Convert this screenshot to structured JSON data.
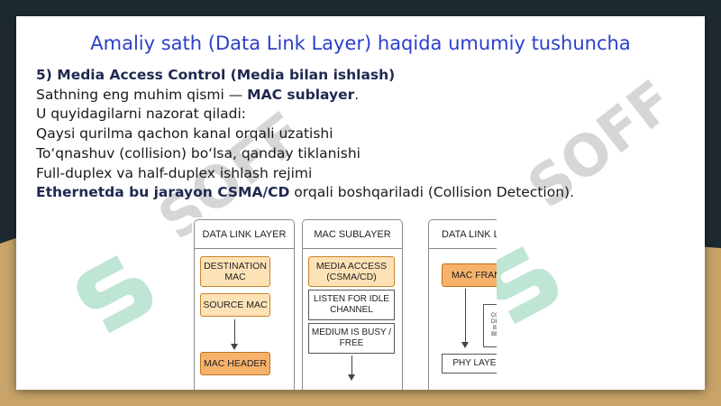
{
  "slide": {
    "title": "Amaliy sath (Data Link Layer) haqida umumiy tushuncha",
    "heading": "5) Media Access Control (Media bilan ishlash)",
    "line2_pre": "Sathning eng muhim qismi — ",
    "line2_bold": "MAC sublayer",
    "line2_post": ".",
    "line3": "U quyidagilarni nazorat qiladi:",
    "line4": "Qaysi qurilma qachon kanal orqali uzatishi",
    "line5": "To‘qnashuv (collision) bo‘lsa, qanday tiklanishi",
    "line6": "Full-duplex va half-duplex ishlash rejimi",
    "line7_bold": "Ethernetda bu jarayon CSMA/CD",
    "line7_post": " orqali boshqariladi (Collision Detection)."
  },
  "watermark": {
    "text": "SOFF"
  },
  "diagram": {
    "col1": {
      "header": "DATA LINK LAYER",
      "box1": "DESTINATION MAC",
      "box2": "SOURCE MAC",
      "box3": "MAC HEADER"
    },
    "col2": {
      "header": "MAC SUBLAYER",
      "box1": "MEDIA ACCESS (CSMA/CD)",
      "box2": "LISTEN FOR IDLE CHANNEL",
      "box3": "MEDIUM IS BUSY / FREE"
    },
    "col3": {
      "header": "DATA LINK LA",
      "box1": "MAC FRAM",
      "side_box": "COL DET BA BET",
      "box2": "PHY LAYER"
    }
  },
  "colors": {
    "title": "#2b3fc9",
    "box_fill": "#fde2b6",
    "box_fill_dark": "#f6b26b",
    "watermark_green": "#1aa36a",
    "watermark_gray": "#6b6b6b"
  }
}
